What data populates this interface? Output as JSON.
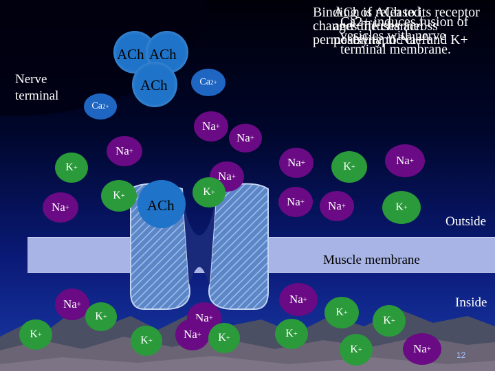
{
  "captions": [
    "Binding of ACh to its receptor\nchanges the channel\npermeability to Na+ and K+",
    "ACh is released\nand diffuses across\npostsynaptic cleft"
  ],
  "caption_overlay": "Ca2+ induces fusion of\nvesicles with nerve\nterminal membrane.",
  "labels": {
    "nerve_terminal": "Nerve\nterminal",
    "outside": "Outside",
    "inside": "Inside",
    "muscle_membrane": "Muscle membrane",
    "slide_number": "12"
  },
  "vesicles": {
    "left": "ACh",
    "right": "ACh",
    "bottom": "ACh"
  },
  "ach_free": "ACh",
  "ions": {
    "ca": [
      "Ca2+",
      "Ca2+"
    ],
    "outside_na": [
      "Na+",
      "Na+",
      "Na+",
      "Na+",
      "Na+",
      "Na+",
      "Na+",
      "Na+"
    ],
    "outside_k": [
      "K+",
      "K+",
      "K+",
      "K+",
      "K+"
    ],
    "inside_na": [
      "Na+",
      "Na+",
      "Na+",
      "Na+",
      "Na+"
    ],
    "inside_k": [
      "K+",
      "K+",
      "K+",
      "K+",
      "K+",
      "K+",
      "K+",
      "K+"
    ]
  },
  "colors": {
    "background_top": "#000008",
    "background_bottom": "#1a3aa8",
    "na_ion": "#6a0a84",
    "k_ion": "#2a9a3a",
    "ca_ion": "#1f66c2",
    "vesicle": "#1f74c9",
    "membrane": "#a8b4e6",
    "channel": "#6f9ad6"
  }
}
